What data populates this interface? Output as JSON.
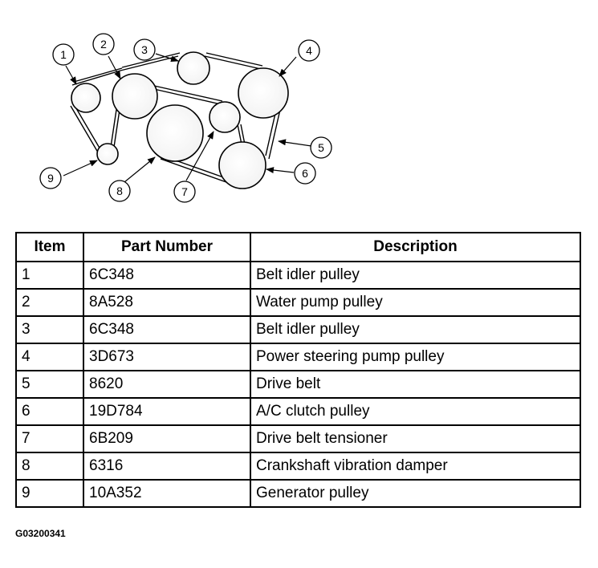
{
  "callouts": [
    "1",
    "2",
    "3",
    "4",
    "5",
    "6",
    "7",
    "8",
    "9"
  ],
  "table": {
    "headers": {
      "item": "Item",
      "part_number": "Part Number",
      "description": "Description"
    },
    "rows": [
      {
        "item": "1",
        "part_number": "6C348",
        "description": "Belt idler pulley"
      },
      {
        "item": "2",
        "part_number": "8A528",
        "description": "Water pump pulley"
      },
      {
        "item": "3",
        "part_number": "6C348",
        "description": "Belt idler pulley"
      },
      {
        "item": "4",
        "part_number": "3D673",
        "description": "Power steering pump pulley"
      },
      {
        "item": "5",
        "part_number": "8620",
        "description": "Drive belt"
      },
      {
        "item": "6",
        "part_number": "19D784",
        "description": "A/C clutch pulley"
      },
      {
        "item": "7",
        "part_number": "6B209",
        "description": "Drive belt tensioner"
      },
      {
        "item": "8",
        "part_number": "6316",
        "description": "Crankshaft vibration damper"
      },
      {
        "item": "9",
        "part_number": "10A352",
        "description": "Generator pulley"
      }
    ]
  },
  "figure_id": "G03200341"
}
